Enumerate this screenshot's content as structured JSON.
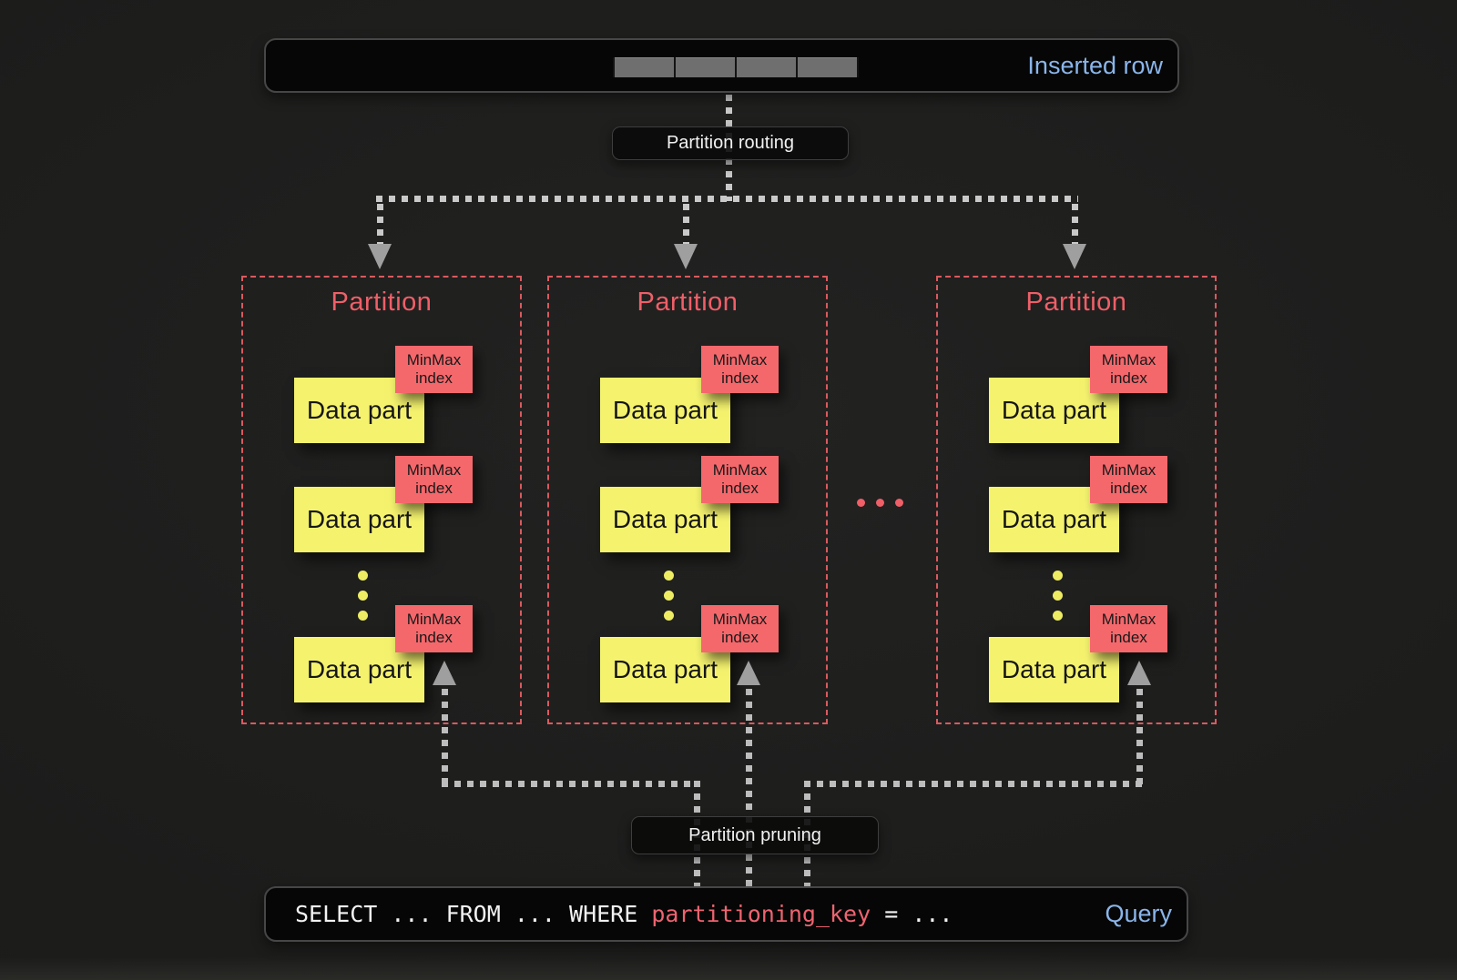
{
  "inserted_row": {
    "label": "Inserted row"
  },
  "labels": {
    "routing": "Partition routing",
    "pruning": "Partition pruning"
  },
  "partitions": [
    {
      "title": "Partition",
      "parts": [
        {
          "label": "Data part",
          "tag": "MinMax index"
        },
        {
          "label": "Data part",
          "tag": "MinMax index"
        },
        {
          "label": "Data part",
          "tag": "MinMax index"
        }
      ]
    },
    {
      "title": "Partition",
      "parts": [
        {
          "label": "Data part",
          "tag": "MinMax index"
        },
        {
          "label": "Data part",
          "tag": "MinMax index"
        },
        {
          "label": "Data part",
          "tag": "MinMax index"
        }
      ]
    },
    {
      "title": "Partition",
      "parts": [
        {
          "label": "Data part",
          "tag": "MinMax index"
        },
        {
          "label": "Data part",
          "tag": "MinMax index"
        },
        {
          "label": "Data part",
          "tag": "MinMax index"
        }
      ]
    }
  ],
  "query": {
    "pre": "SELECT ... FROM ... WHERE ",
    "key": "partitioning_key",
    "post": " = ...",
    "label": "Query"
  },
  "colors": {
    "background": "#1c1c1b",
    "accent_blue": "#8ab5ea",
    "accent_red": "#ef5f68",
    "partition_border_red": "#d95a5e",
    "minmax_tag_red": "#f4686c",
    "data_part_yellow": "#f5f36e",
    "dotted_line_gray": "#c9c9c9",
    "arrow_gray": "#9f9f9f",
    "inserted_cell_gray": "#6f6f6f"
  }
}
